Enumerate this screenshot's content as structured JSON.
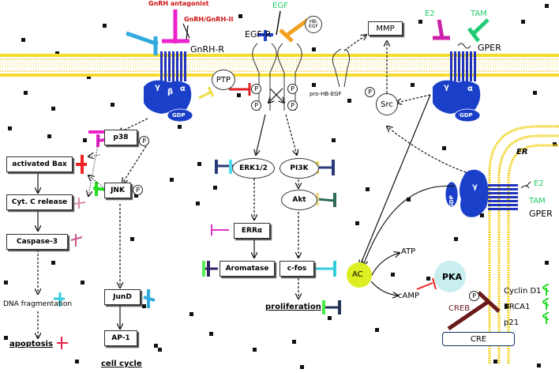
{
  "ligands": {
    "gnrh_antagonist": "GnRH antagonist",
    "gnrh_agonist": "GnRH/GnRH-II",
    "egf": "EGF",
    "hb_egf": "HB-\nEGF",
    "e2_top": "E2",
    "tam_top": "TAM",
    "e2_er": "E2",
    "tam_er": "TAM"
  },
  "receptors": {
    "gnrh_r": "GnRH-R",
    "egf_r": "EGF-R",
    "gper_top": "GPER",
    "gper_er": "GPER",
    "er": "ER"
  },
  "g_protein": {
    "gamma": "γ",
    "beta": "β",
    "alpha": "α",
    "gdp": "GDP"
  },
  "membrane_nodes": {
    "ptp": "PTP",
    "mmp": "MMP",
    "src": "Src",
    "pro_hb_egf": "pro-HB-EGF",
    "phospho": "P"
  },
  "left_pathway": {
    "p38": "p38",
    "jnk": "JNK",
    "activated_bax": "activated Bax",
    "cyt_c": "Cyt. C release",
    "caspase3": "Caspase-3",
    "dna_frag": "DNA fragmentation",
    "apoptosis": "apoptosis",
    "jund": "JunD",
    "ap1": "AP-1",
    "cell_cycle": "cell cycle"
  },
  "middle_pathway": {
    "erk": "ERK1/2",
    "pi3k": "PI3K",
    "akt": "Akt",
    "erra": "ERRα",
    "aromatase": "Aromatase",
    "cfos": "c-fos",
    "proliferation": "proliferation"
  },
  "right_pathway": {
    "ac": "AC",
    "atp": "ATP",
    "camp": "cAMP",
    "pka": "PKA",
    "creb": "CREB",
    "cre": "CRE",
    "cyclin_d1": "Cyclin D1",
    "brca1": "BRCA1",
    "p21": "p21"
  },
  "colors": {
    "membrane": "#f2d21a",
    "receptor": "#2233bb",
    "gprotein": "#1144cc",
    "antagonist": "#33aadd",
    "agonist": "#ee22cc",
    "egf": "#f2a020",
    "e2": "#cc22aa",
    "tam": "#22cc77",
    "ac": "#ddee22",
    "pka": "#c8eef0",
    "up_arrow": "#22dd22"
  }
}
